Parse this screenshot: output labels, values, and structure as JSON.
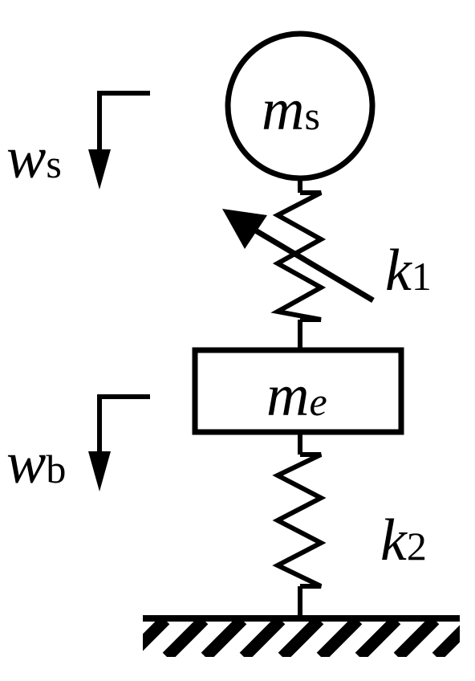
{
  "masses": {
    "sprung": {
      "symbol": "m",
      "subscript": "s"
    },
    "engine": {
      "symbol": "m",
      "subscript": "e"
    }
  },
  "springs": {
    "upper": {
      "symbol": "k",
      "subscript": "1",
      "variable": true
    },
    "lower": {
      "symbol": "k",
      "subscript": "2",
      "variable": false
    }
  },
  "displacements": {
    "sprung": {
      "symbol": "w",
      "subscript": "s"
    },
    "base": {
      "symbol": "w",
      "subscript": "b"
    }
  },
  "colors": {
    "stroke": "#000000",
    "background": "#ffffff"
  }
}
